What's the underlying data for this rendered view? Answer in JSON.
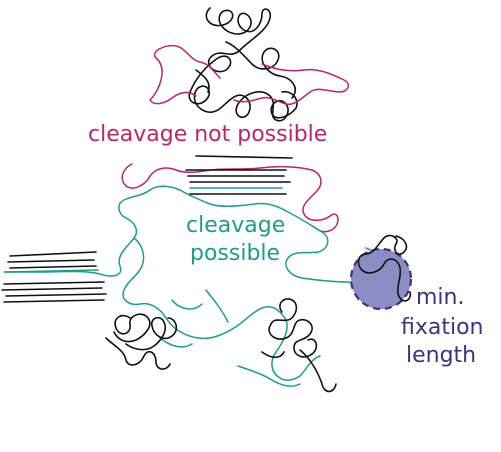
{
  "labels": {
    "not_possible": "cleavage not possible",
    "possible_line1": "cleavage",
    "possible_line2": "possible",
    "fixation_line1": "min.",
    "fixation_line2": "fixation",
    "fixation_line3": "length"
  },
  "colors": {
    "magenta": "#b8266e",
    "teal": "#1f9c8a",
    "navy": "#3b3480",
    "circle_fill": "#8e8cc4",
    "ink": "#111111"
  }
}
